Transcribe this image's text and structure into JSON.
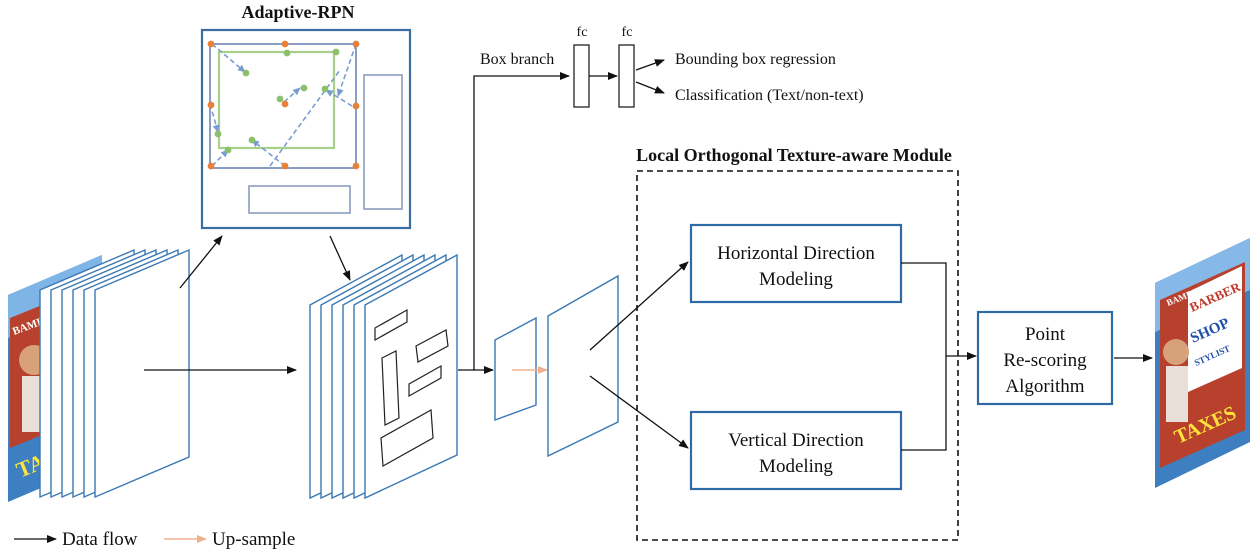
{
  "titles": {
    "adaptive_rpn": "Adaptive-RPN",
    "lotm": "Local Orthogonal Texture-aware Module"
  },
  "box_branch": {
    "label": "Box branch",
    "fc1": "fc",
    "fc2": "fc",
    "output_regression": "Bounding box regression",
    "output_classification": "Classification (Text/non-text)"
  },
  "modules": {
    "horizontal": [
      "Horizontal Direction",
      "Modeling"
    ],
    "vertical": [
      "Vertical Direction",
      "Modeling"
    ],
    "rescoring": [
      "Point",
      "Re-scoring",
      "Algorithm"
    ]
  },
  "input_image": {
    "sign_words": [
      "BAMBOA",
      "TAXES"
    ]
  },
  "output_image": {
    "sign_words": [
      "BAMBOA",
      "BARBER",
      "SHOP",
      "STYLIST",
      "TAXES"
    ]
  },
  "legend": {
    "data_flow": "Data flow",
    "up_sample": "Up-sample"
  },
  "colors": {
    "arrow": "#111111",
    "up_sample_arrow": "#f0b090",
    "feature_map_stroke": "#3a78b3",
    "box_stroke": "#2e6aa6",
    "point_orange": "#e8803a",
    "point_green": "#8cc06a",
    "dashed_blue": "#7a9cd0"
  }
}
